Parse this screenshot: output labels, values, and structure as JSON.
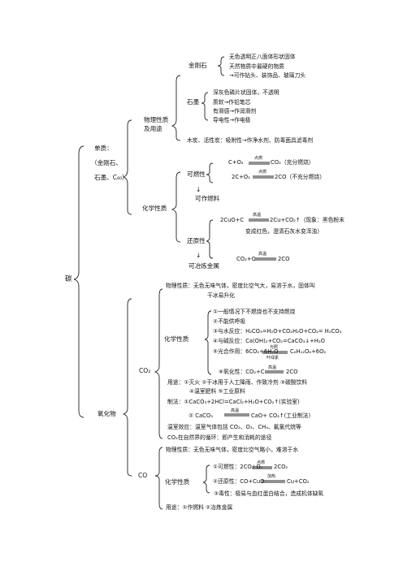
{
  "root": "碳",
  "simple": {
    "label_1": "单质：",
    "label_2": "（金刚石、",
    "label_3": "石墨、C₆₀）",
    "physical": {
      "label_1": "物理性质",
      "label_2": "及用途",
      "diamond": {
        "name": "金刚石",
        "lines": [
          "无色透明正八面体形状固体",
          "天然物质中最硬的物质",
          "→可作钻头、装饰品、玻璃刀头"
        ]
      },
      "graphite": {
        "name": "石墨",
        "lines": [
          "深灰色磷片状固体，不透明",
          "质软→作铅笔芯",
          "有滑感→作润滑剂",
          "导电性→作电极"
        ]
      },
      "charcoal": "木炭、活性炭：吸附性→作净水剂、防毒面具滤毒剂"
    },
    "chemical": {
      "label": "化学性质",
      "combustion": {
        "label": "可燃性",
        "eq1_lhs": "C+O₂",
        "eq1_cond": "点燃",
        "eq1_rhs": "CO₂（充分燃烧）",
        "eq2_lhs": "2C+O₂",
        "eq2_cond": "点燃",
        "eq2_rhs": "2CO（不充分燃烧）",
        "arrow": "↓",
        "use": "可作燃料"
      },
      "reduction": {
        "label": "还原性",
        "eq1_lhs": "2CuO+C",
        "eq1_cond": "高温",
        "eq1_rhs": "2Cu+CO₂↑（现象：黑色粉末",
        "eq1_note": "变成红色，澄清石灰水变浑浊）",
        "eq2_lhs": "CO₂+C",
        "eq2_cond": "高温",
        "eq2_rhs": "2CO",
        "arrow": "↓",
        "use": "可冶炼金属"
      }
    }
  },
  "oxide": {
    "label": "氧化物",
    "co2": {
      "label": "CO₂",
      "physical_1": "物理性质：无色无味气体，密度比空气大，易溶于水，固体叫",
      "physical_2": "干冰易升化",
      "chem_label": "化学性质",
      "items": [
        "①一般情况下不燃烧也不支持燃烧",
        "②不能供呼吸",
        "③与水反应：H₂CO₃=H₂O+CO₂H₂O+CO₂= H₂CO₃",
        "④与碱反应：Ca(OH)₂+CO₂=CaCO₃↓+H₂O"
      ],
      "photo_lhs": "⑤光合作用：6CO₂+6H₂O",
      "photo_top": "光照",
      "photo_bottom": "叶绿素",
      "photo_rhs": "C₆H₁₂O₆+6O₂",
      "ox_lhs": "⑥氧化性：CO₂+C",
      "ox_cond": "高温",
      "ox_rhs": "2CO",
      "uses_1": "用途：①灭火   ②干冰用于人工降雨、作致冷剂   ③碳酸饮料",
      "uses_2": "④温室肥料   ⑤工业原料",
      "prep_1": "制法：①CaCO₃+2HCl=CaCl₂+H₂O+CO₂↑(实验室)",
      "prep_2_lhs": "②  CaCO₃",
      "prep_2_cond": "高温",
      "prep_2_rhs": "CaO+ CO₂↑(工业制法)",
      "green_1": "温室效应：温室气体包括 CO₂、O₃、CH₄、氟氯代烷等",
      "green_2": "CO₂在自然界的循环：即产生和消耗的途径"
    },
    "co": {
      "label": "CO",
      "physical": "物理性质：无色无味气体，密度比空气略小，难溶于水",
      "chem_label": "化学性质",
      "item1_lhs": "①可燃性：2CO+O₂",
      "item1_cond": "点燃",
      "item1_rhs": "2CO₂",
      "item2_lhs": "②还原性：CO+CuO",
      "item2_cond": "加热",
      "item2_rhs": "Cu+CO₂",
      "item3": "③毒性：极易与血红蛋白结合，造成机体缺氧",
      "uses": "用途：①作燃料    ②冶炼金属"
    }
  }
}
